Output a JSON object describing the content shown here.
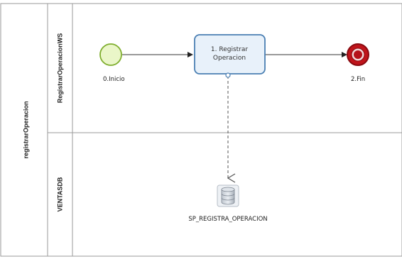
{
  "pool": {
    "name": "registrarOperacion"
  },
  "lanes": [
    {
      "name": "RegistrarOperacionWS"
    },
    {
      "name": "VENTASDB"
    }
  ],
  "events": {
    "start": {
      "label": "0.Inicio"
    },
    "end": {
      "label": "2.Fin"
    }
  },
  "task": {
    "line1": "1. Registrar",
    "line2": "Operacion"
  },
  "data_store": {
    "label": "SP_REGISTRA_OPERACION"
  },
  "colors": {
    "start_fill": "#eaf6c8",
    "start_stroke": "#7fae2e",
    "end_fill": "#c0141b",
    "end_stroke": "#8a0a10",
    "task_fill": "#e8f1fa",
    "task_stroke": "#4a7fb3",
    "lane_border": "#9a9a9a",
    "flow": "#333333",
    "association": "#666666"
  }
}
